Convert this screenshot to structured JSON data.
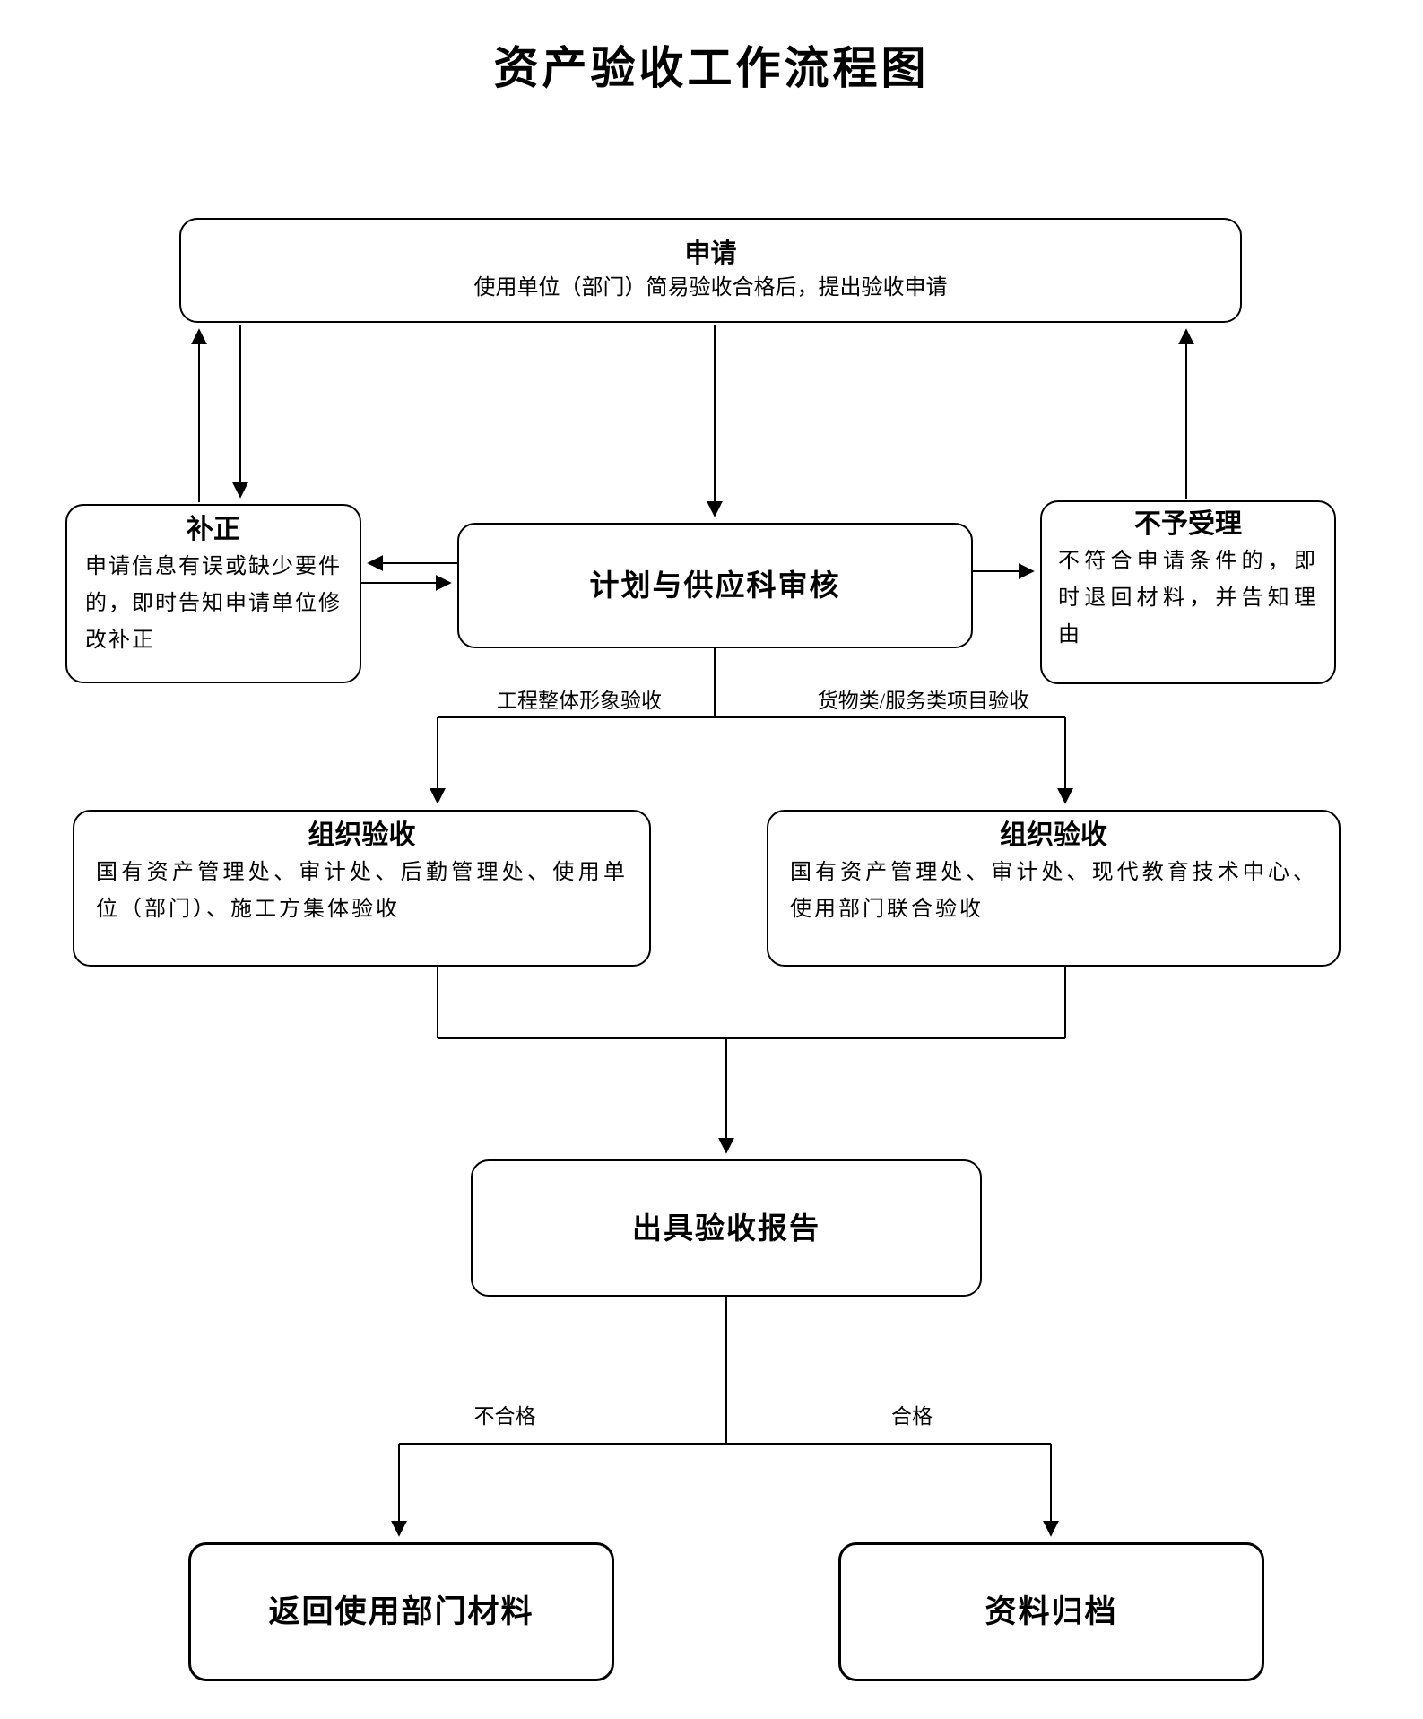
{
  "title": "资产验收工作流程图",
  "nodes": {
    "apply": {
      "title": "申请",
      "desc": "使用单位（部门）简易验收合格后，提出验收申请"
    },
    "buzheng": {
      "title": "补正",
      "desc": "申请信息有误或缺少要件的，即时告知申请单位修改补正"
    },
    "review": {
      "title": "计划与供应科审核"
    },
    "reject": {
      "title": "不予受理",
      "desc": "不符合申请条件的，即时退回材料，并告知理由"
    },
    "accept_left": {
      "title": "组织验收",
      "desc": "国有资产管理处、审计处、后勤管理处、使用单位（部门）、施工方集体验收"
    },
    "accept_right": {
      "title": "组织验收",
      "desc": "国有资产管理处、审计处、现代教育技术中心、使用部门联合验收"
    },
    "report": {
      "title": "出具验收报告"
    },
    "return_materials": {
      "title": "返回使用部门材料"
    },
    "archive": {
      "title": "资料归档"
    }
  },
  "edge_labels": {
    "left_branch": "工程整体形象验收",
    "right_branch": "货物类/服务类项目验收",
    "fail": "不合格",
    "pass": "合格"
  },
  "colors": {
    "stroke": "#000000",
    "background": "#ffffff",
    "text": "#000000"
  }
}
